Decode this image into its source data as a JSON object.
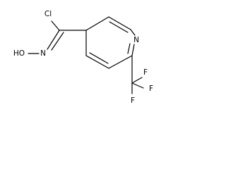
{
  "molecule": {
    "atoms": {
      "cl": "Cl",
      "n_imine": "N",
      "hydroxyl": "HO",
      "n_ring": "N",
      "f_top": "F",
      "f_right": "F",
      "f_bottom": "F"
    },
    "colors": {
      "bond": "#000000",
      "label": "#000000",
      "background": "#ffffff"
    }
  }
}
